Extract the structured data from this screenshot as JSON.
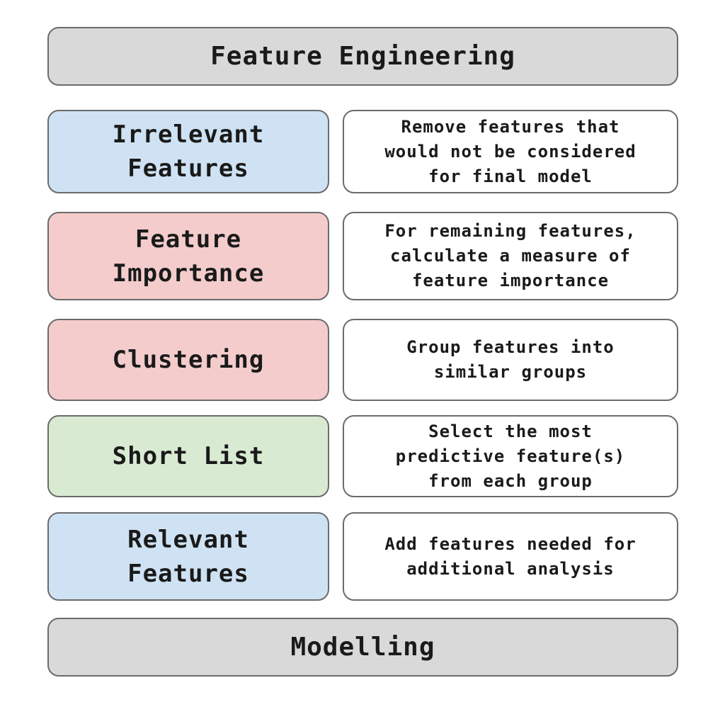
{
  "header": {
    "title": "Feature Engineering"
  },
  "footer": {
    "title": "Modelling"
  },
  "steps": [
    {
      "label": "Irrelevant\nFeatures",
      "description": "Remove features that\nwould not be considered\nfor final model",
      "color": "#cfe2f3"
    },
    {
      "label": "Feature\nImportance",
      "description": "For remaining features,\ncalculate a measure of\nfeature importance",
      "color": "#f4cccc"
    },
    {
      "label": "Clustering",
      "description": "Group features into\nsimilar groups",
      "color": "#f4cccc"
    },
    {
      "label": "Short List",
      "description": "Select the most\npredictive feature(s)\nfrom each group",
      "color": "#d9ead3"
    },
    {
      "label": "Relevant\nFeatures",
      "description": "Add features needed for\nadditional analysis",
      "color": "#cfe2f3"
    }
  ],
  "colors": {
    "header_bg": "#d9d9d9",
    "border": "#6b6b6b"
  }
}
